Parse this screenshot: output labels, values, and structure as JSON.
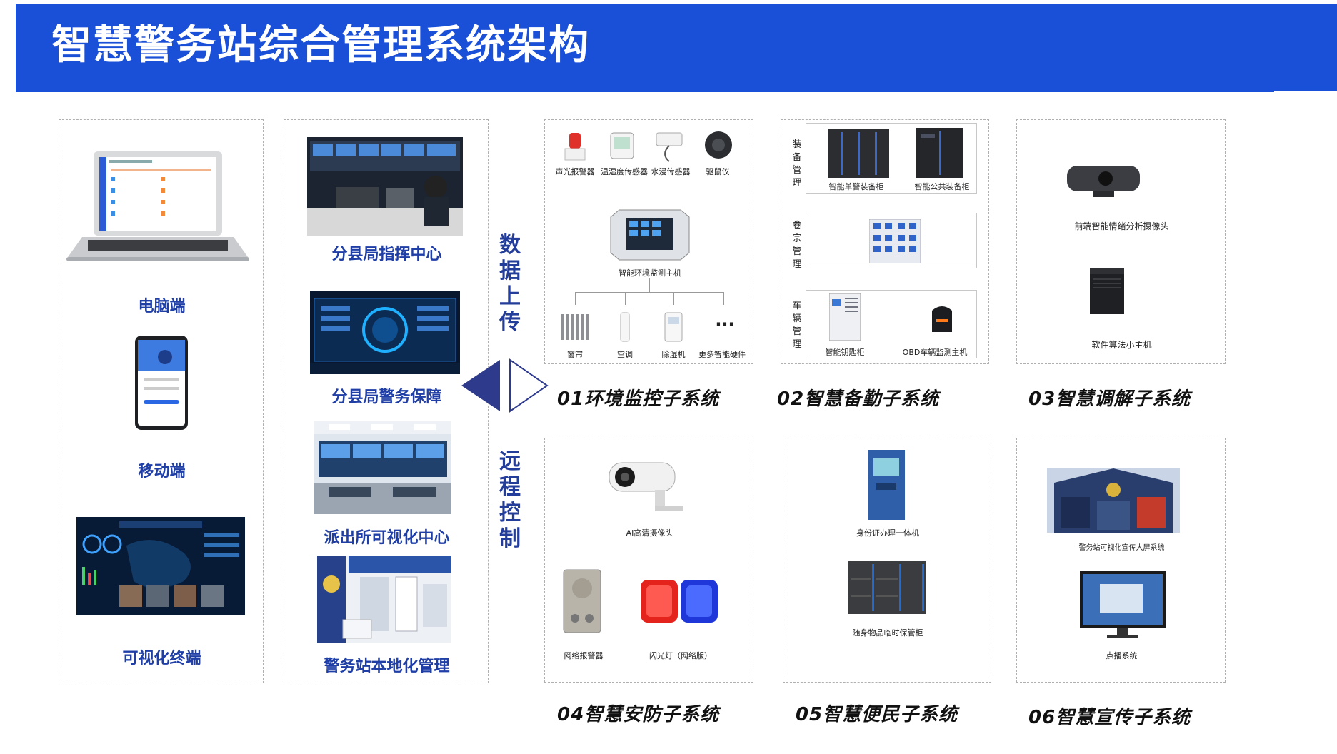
{
  "header": {
    "title": "智慧警务站综合管理系统架构"
  },
  "clients": {
    "computer": "电脑端",
    "mobile": "移动端",
    "terminal": "可视化终端"
  },
  "centers": {
    "command": "分县局指挥中心",
    "support": "分县局警务保障",
    "station_visual": "派出所可视化中心",
    "local_mgmt": "警务站本地化管理"
  },
  "flow": {
    "upload": "数据上传",
    "remote": "远程控制"
  },
  "env": {
    "items_top": [
      "声光报警器",
      "温湿度传感器",
      "水浸传感器",
      "驱鼠仪"
    ],
    "host": "智能环境监测主机",
    "items_bottom": [
      "窗帘",
      "空调",
      "除湿机",
      "更多智能硬件"
    ],
    "title": "01环境监控子系统"
  },
  "duty": {
    "label_equip": "装备管理",
    "label_files": "卷宗管理",
    "label_vehicle": "车辆管理",
    "single_cabinet": "智能单警装备柜",
    "public_cabinet": "智能公共装备柜",
    "key_cabinet": "智能钥匙柜",
    "obd": "OBD车辆监测主机",
    "title": "02智慧备勤子系统"
  },
  "mediation": {
    "camera": "前端智能情绪分析摄像头",
    "host": "软件算法小主机",
    "title": "03智慧调解子系统"
  },
  "security": {
    "camera": "AI高清摄像头",
    "alarm": "网络报警器",
    "light": "闪光灯（网络版）",
    "title": "04智慧安防子系统"
  },
  "convenience": {
    "id_machine": "身份证办理一体机",
    "locker": "随身物品临时保管柜",
    "title": "05智慧便民子系统"
  },
  "publicity": {
    "screen": "警务站可视化宣传大屏系统",
    "broadcast": "点播系统",
    "title": "06智慧宣传子系统"
  },
  "colors": {
    "banner": "#1a4fd8",
    "label_blue": "#1f3fa6",
    "arrow": "#2e3a8c"
  }
}
